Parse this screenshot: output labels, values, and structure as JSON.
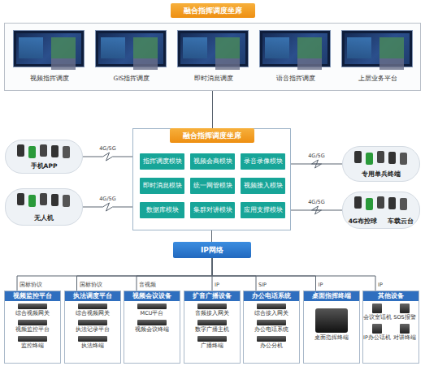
{
  "diagram": {
    "nodes": [
      {
        "text": [
          "融合指挥调度坐席"
        ]
      },
      {
        "text": [
          "视频指挥调度"
        ],
        "in": 0
      },
      {
        "text": [
          "GIS指挥调度"
        ],
        "in": 0
      },
      {
        "text": [
          "即时消息调度"
        ],
        "in": 0
      },
      {
        "text": [
          "语音指挥调度"
        ],
        "in": 0
      },
      {
        "text": [
          "上层业务平台"
        ],
        "in": 0
      },
      {
        "text": [
          "融合指挥调度坐席"
        ]
      },
      {
        "text": [
          "指挥调度模块"
        ],
        "in": 6
      },
      {
        "text": [
          "视频会商模块"
        ],
        "in": 6
      },
      {
        "text": [
          "录音录像模块"
        ],
        "in": 6
      },
      {
        "text": [
          "即时消息模块"
        ],
        "in": 6
      },
      {
        "text": [
          "统一网管模块"
        ],
        "in": 6
      },
      {
        "text": [
          "视频接入模块"
        ],
        "in": 6
      },
      {
        "text": [
          "数据库模块"
        ],
        "in": 6
      },
      {
        "text": [
          "集群对讲模块"
        ],
        "in": 6
      },
      {
        "text": [
          "应用支撑模块"
        ],
        "in": 6
      },
      {
        "text": [
          "手机APP"
        ]
      },
      {
        "text": [
          "无人机"
        ]
      },
      {
        "text": [
          "专用单兵终端"
        ]
      },
      {
        "text": [
          "4G布控球",
          "车载云台"
        ]
      },
      {
        "text": [
          "IP网络"
        ]
      },
      {
        "text": [
          "视频监控平台",
          "综合视频网关",
          "视频监控平台",
          "监控终端"
        ]
      },
      {
        "text": [
          "执法调度平台",
          "综合视频网关",
          "执法记录平台",
          "执法终端"
        ]
      },
      {
        "text": [
          "视频会议设备",
          "MCU平台",
          "视频会议终端"
        ]
      },
      {
        "text": [
          "扩音广播设备",
          "音频接入网关",
          "数字广播主机",
          "广播终端"
        ]
      },
      {
        "text": [
          "办公电话系统",
          "综合接入网关",
          "办公电话系统",
          "办公分机"
        ]
      },
      {
        "text": [
          "桌面指挥终端",
          "桌面指挥终端"
        ]
      },
      {
        "text": [
          "其他设备",
          "会议室话机",
          "SOS报警",
          "IP办公话机",
          "对讲终端"
        ]
      }
    ],
    "edges": [
      {
        "from": 0,
        "to": 6,
        "arrow": "none"
      },
      {
        "from": 16,
        "to": 6,
        "label": "4G/5G",
        "arrow": "none"
      },
      {
        "from": 17,
        "to": 6,
        "label": "4G/5G",
        "arrow": "none"
      },
      {
        "from": 18,
        "to": 6,
        "label": "4G/5G",
        "arrow": "none"
      },
      {
        "from": 19,
        "to": 6,
        "label": "4G/5G",
        "arrow": "none"
      },
      {
        "from": 6,
        "to": 20,
        "arrow": "none"
      },
      {
        "from": 20,
        "to": 21,
        "label": "国标协议",
        "arrow": "none"
      },
      {
        "from": 20,
        "to": 22,
        "label": "国标协议",
        "arrow": "none"
      },
      {
        "from": 20,
        "to": 23,
        "label": "音视频",
        "arrow": "none"
      },
      {
        "from": 20,
        "to": 24,
        "label": "IP",
        "arrow": "none"
      },
      {
        "from": 20,
        "to": 25,
        "label": "SIP",
        "arrow": "none"
      },
      {
        "from": 20,
        "to": 26,
        "label": "IP",
        "arrow": "none"
      },
      {
        "from": 20,
        "to": 27,
        "label": "IP",
        "arrow": "none"
      }
    ]
  }
}
